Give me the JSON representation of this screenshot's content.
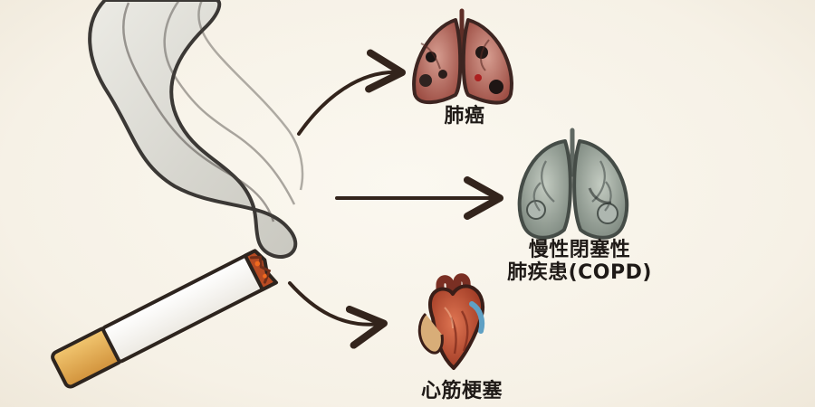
{
  "labels": {
    "lung_cancer": "肺癌",
    "copd_line1": "慢性閉塞性",
    "copd_line2": "肺疾患(COPD)",
    "heart_attack": "心筋梗塞"
  },
  "colors": {
    "background": "#f8f4ea",
    "smoke": "#dcdad3",
    "ink": "#2a2420",
    "arrow": "#33241c",
    "filter": "#e0a64a",
    "paper": "#fbfbf9",
    "ember": "#8f2f1b",
    "diseased_lung": "#b76d63",
    "grey_lung": "#9ea69d",
    "heart_red": "#bf5136"
  },
  "icons": [
    "cigarette-icon",
    "smoke-icon",
    "diseased-lungs-icon",
    "copd-lungs-icon",
    "heart-icon"
  ]
}
